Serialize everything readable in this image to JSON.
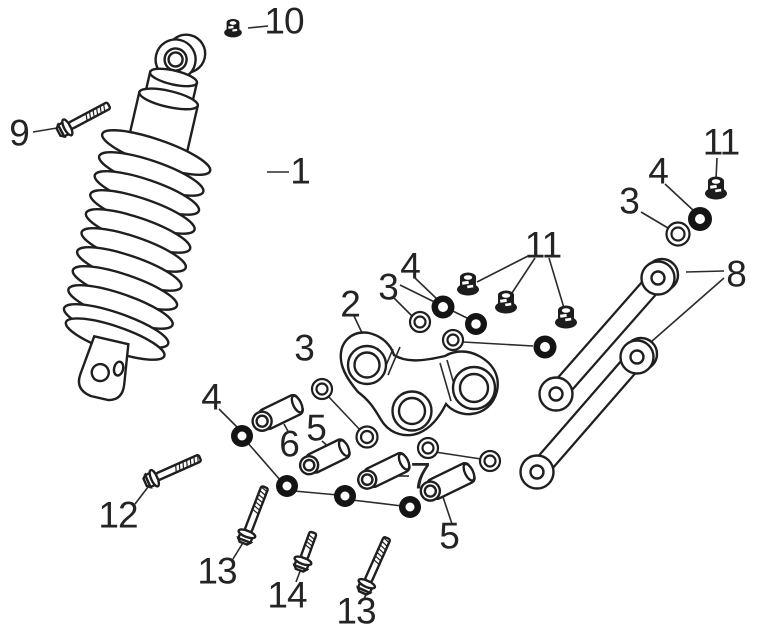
{
  "diagram": {
    "type": "exploded-parts-diagram",
    "background_color": "#ffffff",
    "line_color": "#1f1f1f",
    "label_color": "#242424",
    "washer_fill": "#141414",
    "callouts": [
      {
        "text": "10"
      },
      {
        "text": "9"
      },
      {
        "text": "1"
      },
      {
        "text": "11"
      },
      {
        "text": "4"
      },
      {
        "text": "3"
      },
      {
        "text": "8"
      },
      {
        "text": "11"
      },
      {
        "text": "4"
      },
      {
        "text": "3"
      },
      {
        "text": "2"
      },
      {
        "text": "3"
      },
      {
        "text": "4"
      },
      {
        "text": "6"
      },
      {
        "text": "5"
      },
      {
        "text": "7"
      },
      {
        "text": "5"
      },
      {
        "text": "12"
      },
      {
        "text": "13"
      },
      {
        "text": "14"
      },
      {
        "text": "13"
      }
    ]
  }
}
